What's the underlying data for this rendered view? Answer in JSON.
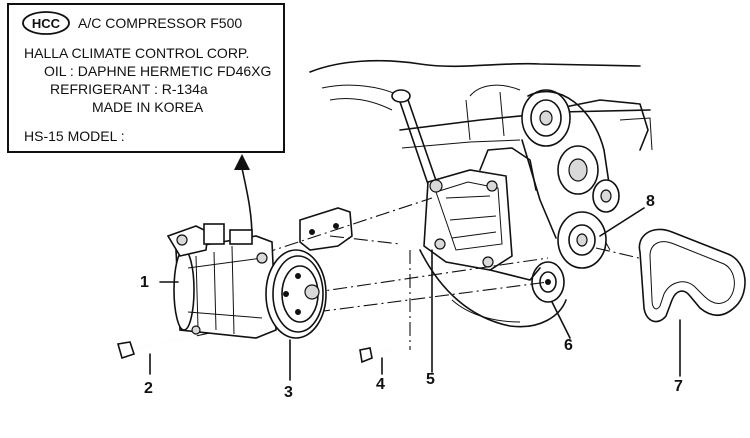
{
  "label_box": {
    "logo": "HCC",
    "title": "A/C COMPRESSOR F500",
    "lines": [
      "HALLA CLIMATE CONTROL CORP.",
      "OIL : DAPHNE HERMETIC FD46XG",
      "REFRIGERANT : R-134a",
      "MADE IN KOREA",
      "HS-15 MODEL :"
    ]
  },
  "callouts": [
    "1",
    "2",
    "3",
    "4",
    "5",
    "6",
    "7",
    "8"
  ]
}
